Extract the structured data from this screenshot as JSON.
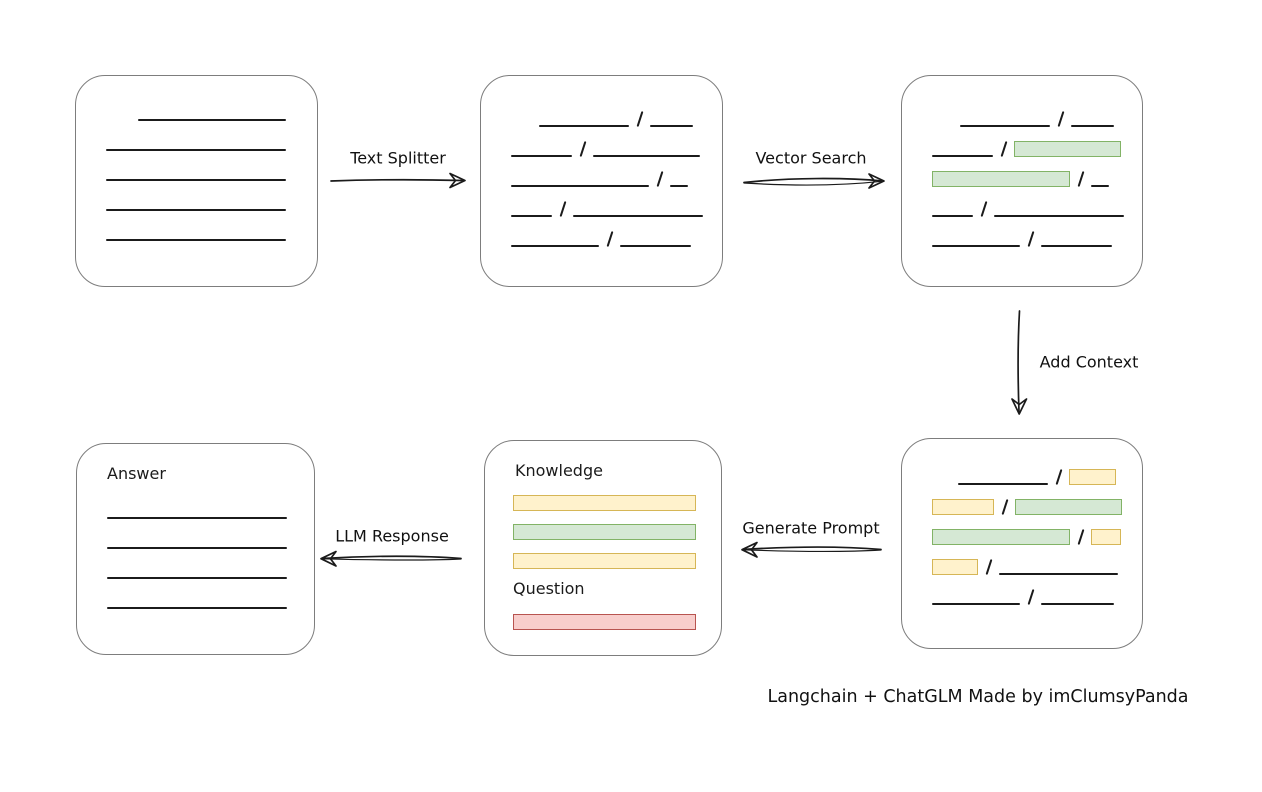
{
  "caption": "Langchain + ChatGLM Made by imClumsyPanda",
  "colors": {
    "line": "#1b1b1b",
    "box_border": "#7d7d7d",
    "green_fill": "#d5e8d4",
    "green_border": "#82b366",
    "yellow_fill": "#fff2cc",
    "yellow_border": "#d6b656",
    "red_fill": "#f8cecc",
    "red_border": "#b85450"
  },
  "arrow_labels": {
    "text_splitter": "Text Splitter",
    "vector_search": "Vector Search",
    "add_context": "Add Context",
    "generate_prompt": "Generate Prompt",
    "llm_response": "LLM Response"
  },
  "boxes": {
    "document": {
      "lines": [
        {
          "indent": 32,
          "width": 148
        },
        {
          "indent": 0,
          "width": 180
        },
        {
          "indent": 0,
          "width": 180
        },
        {
          "indent": 0,
          "width": 180
        },
        {
          "indent": 0,
          "width": 180
        }
      ]
    },
    "chunks": {
      "rows": [
        {
          "indent": 28,
          "segments": [
            {
              "kind": "line",
              "width": 90
            },
            {
              "kind": "line",
              "width": 43
            }
          ]
        },
        {
          "indent": 0,
          "segments": [
            {
              "kind": "line",
              "width": 61
            },
            {
              "kind": "line",
              "width": 107
            }
          ]
        },
        {
          "indent": 0,
          "segments": [
            {
              "kind": "line",
              "width": 138
            },
            {
              "kind": "line",
              "width": 18
            }
          ]
        },
        {
          "indent": 0,
          "segments": [
            {
              "kind": "line",
              "width": 41
            },
            {
              "kind": "line",
              "width": 130
            }
          ]
        },
        {
          "indent": 0,
          "segments": [
            {
              "kind": "line",
              "width": 88
            },
            {
              "kind": "line",
              "width": 71
            }
          ]
        }
      ]
    },
    "retrieved": {
      "rows": [
        {
          "indent": 28,
          "segments": [
            {
              "kind": "line",
              "width": 90
            },
            {
              "kind": "line",
              "width": 43
            }
          ]
        },
        {
          "indent": 0,
          "segments": [
            {
              "kind": "line",
              "width": 61
            },
            {
              "kind": "green",
              "width": 107
            }
          ]
        },
        {
          "indent": 0,
          "segments": [
            {
              "kind": "green",
              "width": 138
            },
            {
              "kind": "line",
              "width": 18
            }
          ]
        },
        {
          "indent": 0,
          "segments": [
            {
              "kind": "line",
              "width": 41
            },
            {
              "kind": "line",
              "width": 130
            }
          ]
        },
        {
          "indent": 0,
          "segments": [
            {
              "kind": "line",
              "width": 88
            },
            {
              "kind": "line",
              "width": 71
            }
          ]
        }
      ]
    },
    "context": {
      "rows": [
        {
          "indent": 26,
          "segments": [
            {
              "kind": "line",
              "width": 90
            },
            {
              "kind": "yellow",
              "width": 47
            }
          ]
        },
        {
          "indent": 0,
          "segments": [
            {
              "kind": "yellow",
              "width": 62
            },
            {
              "kind": "green",
              "width": 107
            }
          ]
        },
        {
          "indent": 0,
          "segments": [
            {
              "kind": "green",
              "width": 138
            },
            {
              "kind": "yellow",
              "width": 30
            }
          ]
        },
        {
          "indent": 0,
          "segments": [
            {
              "kind": "yellow",
              "width": 46
            },
            {
              "kind": "line",
              "width": 119
            }
          ]
        },
        {
          "indent": 0,
          "segments": [
            {
              "kind": "line",
              "width": 88
            },
            {
              "kind": "line",
              "width": 73
            }
          ]
        }
      ]
    },
    "prompt": {
      "knowledge_label": "Knowledge",
      "knowledge_bars": [
        "yellow",
        "green",
        "yellow"
      ],
      "question_label": "Question",
      "question_bars": [
        "red"
      ]
    },
    "answer": {
      "label": "Answer",
      "lines": [
        {
          "indent": 0,
          "width": 180
        },
        {
          "indent": 0,
          "width": 180
        },
        {
          "indent": 0,
          "width": 180
        },
        {
          "indent": 0,
          "width": 180
        }
      ]
    }
  }
}
